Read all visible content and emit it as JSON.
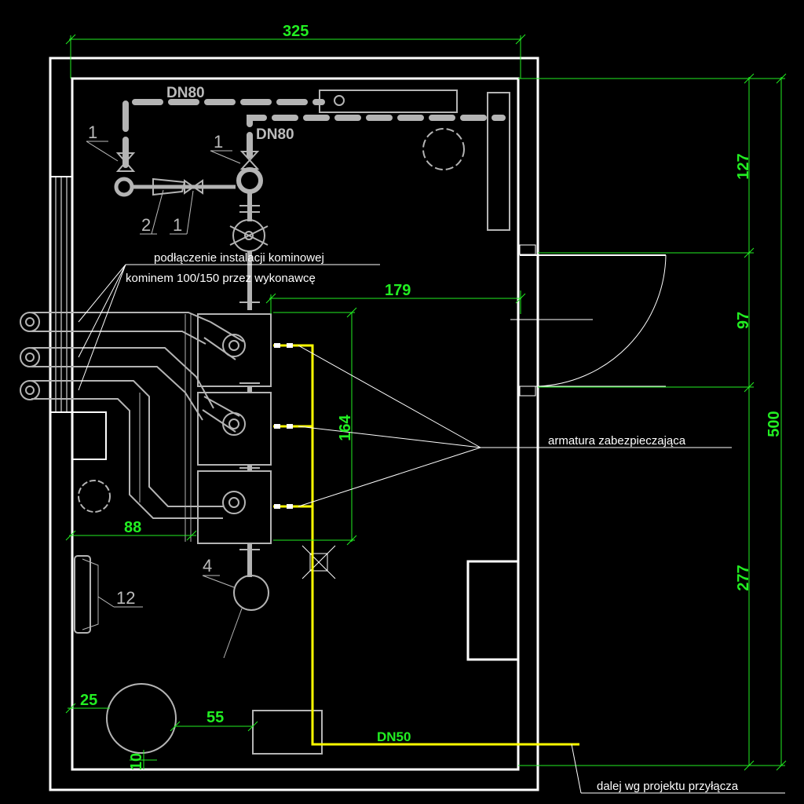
{
  "dimensions": {
    "top_width": "325",
    "right_top": "127",
    "right_door": "97",
    "right_bottom": "277",
    "right_total": "500",
    "inner_179": "179",
    "inner_164": "164",
    "left_88": "88",
    "bottom_25": "25",
    "bottom_55": "55",
    "bottom_10": "10"
  },
  "pipes": {
    "dn80_top": "DN80",
    "dn80_mid": "DN80",
    "dn50": "DN50"
  },
  "labels": {
    "chimney_line1": "podłączenie instalacji kominowej",
    "chimney_line2": "kominem 100/150 przez wykonawcę",
    "safety": "armatura zabezpieczająca",
    "continue": "dalej wg projektu przyłącza"
  },
  "item_numbers": {
    "n1a": "1",
    "n1b": "1",
    "n1c": "1",
    "n2": "2",
    "n4": "4",
    "n12": "12"
  },
  "colors": {
    "background": "#000000",
    "walls": "#ffffff",
    "dimensions": "#22ee22",
    "gas_pipe": "#ffff00",
    "equipment": "#b4b4b4"
  }
}
